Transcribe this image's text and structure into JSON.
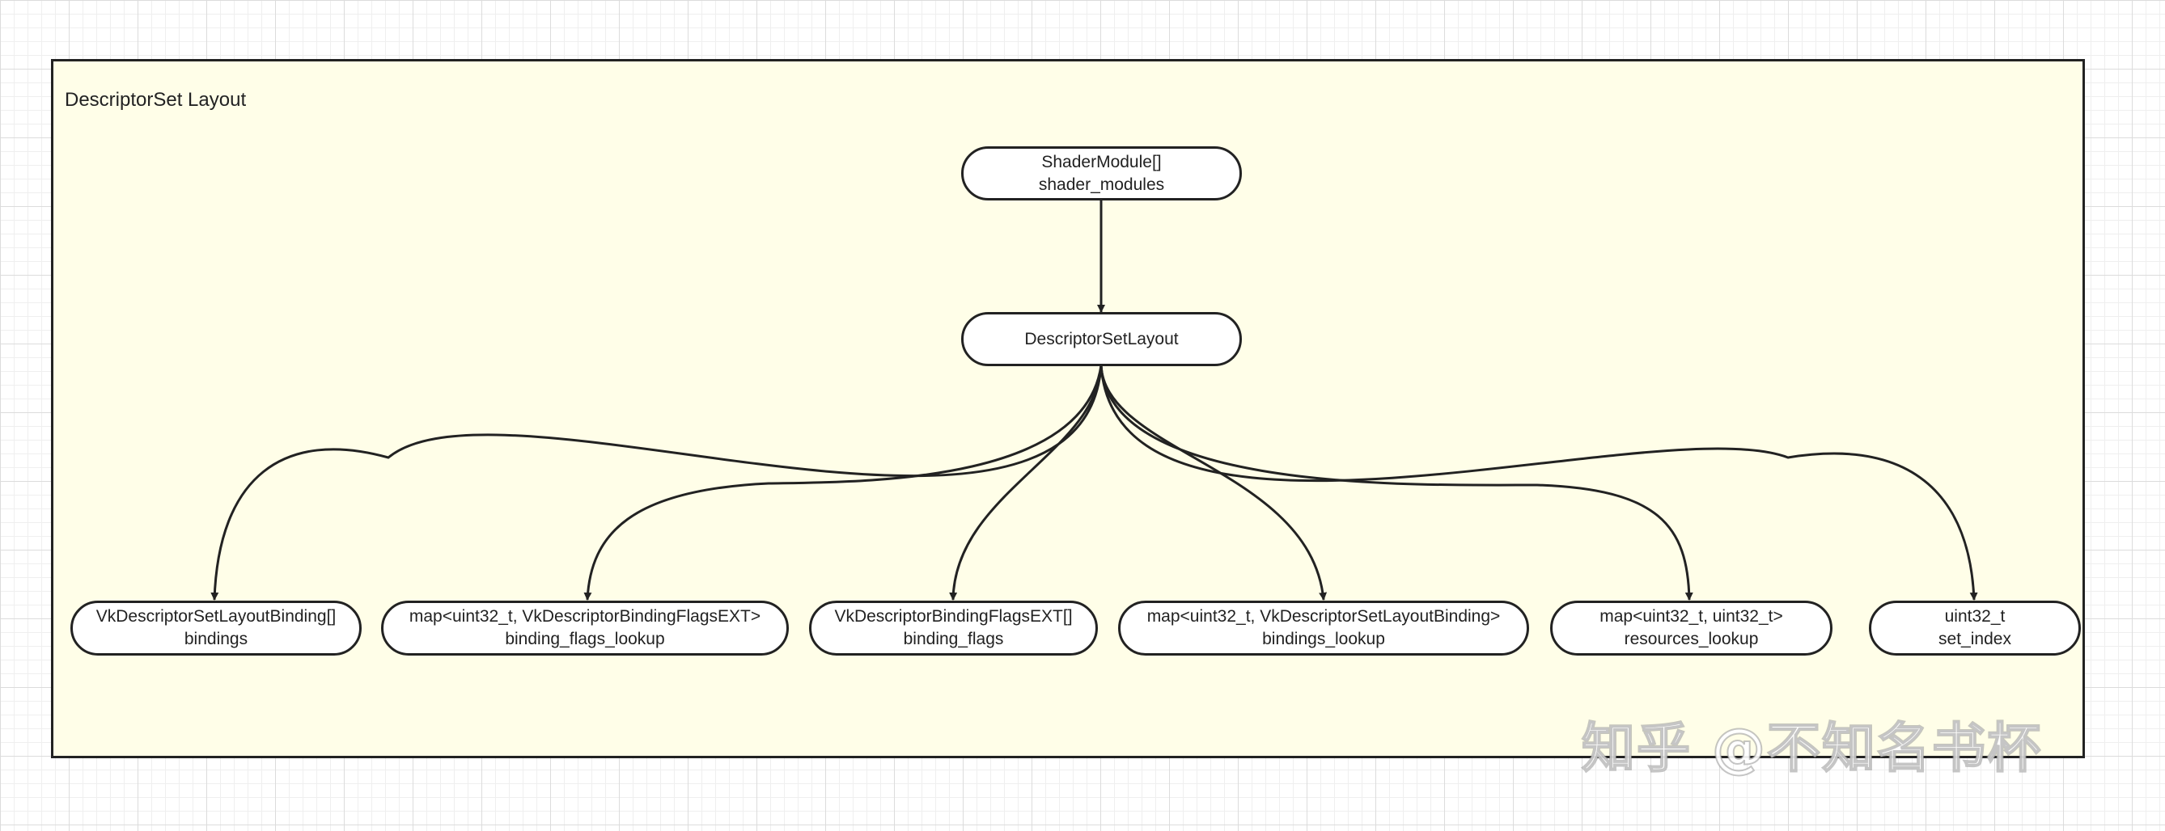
{
  "frame": {
    "title": "DescriptorSet Layout"
  },
  "nodes": {
    "shader_modules": {
      "type": "ShaderModule[]",
      "name": "shader_modules"
    },
    "descriptor_set_layout": {
      "type": "DescriptorSetLayout"
    },
    "bindings": {
      "type": "VkDescriptorSetLayoutBinding[]",
      "name": "bindings"
    },
    "binding_flags_lookup": {
      "type": "map<uint32_t, VkDescriptorBindingFlagsEXT>",
      "name": "binding_flags_lookup"
    },
    "binding_flags": {
      "type": "VkDescriptorBindingFlagsEXT[]",
      "name": "binding_flags"
    },
    "bindings_lookup": {
      "type": "map<uint32_t, VkDescriptorSetLayoutBinding>",
      "name": "bindings_lookup"
    },
    "resources_lookup": {
      "type": "map<uint32_t, uint32_t>",
      "name": "resources_lookup"
    },
    "set_index": {
      "type": "uint32_t",
      "name": "set_index"
    }
  },
  "edges": [
    {
      "from": "shader_modules",
      "to": "descriptor_set_layout"
    },
    {
      "from": "descriptor_set_layout",
      "to": "bindings"
    },
    {
      "from": "descriptor_set_layout",
      "to": "binding_flags_lookup"
    },
    {
      "from": "descriptor_set_layout",
      "to": "binding_flags"
    },
    {
      "from": "descriptor_set_layout",
      "to": "bindings_lookup"
    },
    {
      "from": "descriptor_set_layout",
      "to": "resources_lookup"
    },
    {
      "from": "descriptor_set_layout",
      "to": "set_index"
    }
  ],
  "colors": {
    "frame_fill": "#fffee8",
    "stroke": "#222222",
    "node_fill": "#ffffff"
  },
  "watermark": {
    "text": "知乎 @不知名书杯"
  }
}
